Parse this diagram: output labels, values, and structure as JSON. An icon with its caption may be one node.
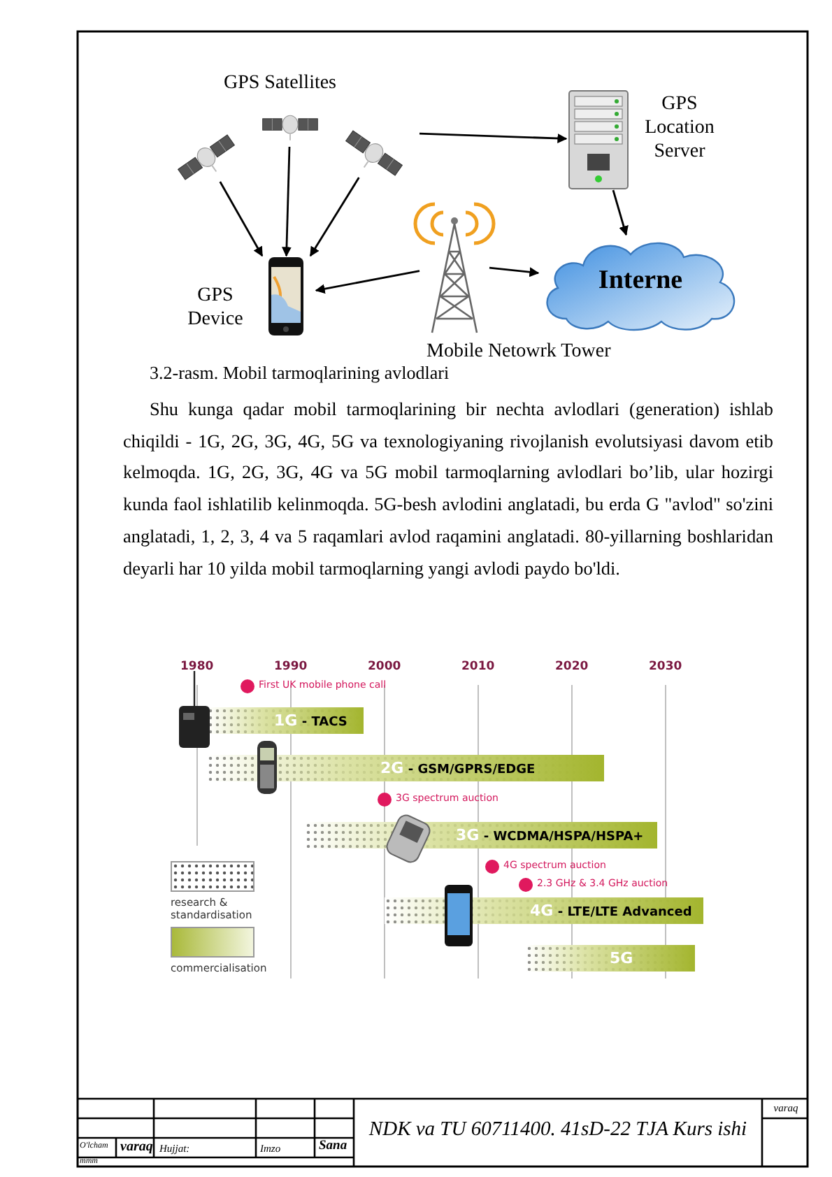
{
  "diagram": {
    "caption": "3.2-rasm. Mobil tarmoqlarining avlodlari",
    "nodes": [
      {
        "text": [
          "GPS Satellites"
        ]
      },
      {
        "text": [],
        "shape": "picture",
        "in": 0
      },
      {
        "text": [],
        "shape": "picture",
        "in": 0
      },
      {
        "text": [],
        "shape": "picture",
        "in": 0
      },
      {
        "text": [
          "GPS Device"
        ]
      },
      {
        "text": [
          "GPS Location Server"
        ]
      },
      {
        "text": [
          "Mobile Netowrk Tower"
        ]
      },
      {
        "text": [
          "Interne"
        ]
      },
      {
        "text": [
          "1G - TACS"
        ]
      },
      {
        "text": [
          "2G - GSM/GPRS/EDGE"
        ]
      },
      {
        "text": [
          "3G - WCDMA/HSPA/HSPA+"
        ]
      },
      {
        "text": [
          "4G - LTE/LTE Advanced"
        ]
      },
      {
        "text": [
          "5G"
        ]
      }
    ],
    "edges": [
      {
        "from": 1,
        "to": 4,
        "arrow": "to"
      },
      {
        "from": 2,
        "to": 4,
        "arrow": "to"
      },
      {
        "from": 3,
        "to": 4,
        "arrow": "to"
      },
      {
        "from": 0,
        "to": 5,
        "arrow": "to"
      },
      {
        "from": 6,
        "to": 4,
        "arrow": "to"
      },
      {
        "from": 6,
        "to": 7,
        "arrow": "to"
      },
      {
        "from": 5,
        "to": 7,
        "arrow": "to"
      }
    ],
    "labels": [
      "Shu kunga qadar mobil tarmoqlarining bir nechta avlodlari (generation) ishlab chiqildi - 1G, 2G, 3G, 4G, 5G va texnologiyaning rivojlanish evolutsiyasi davom etib kelmoqda. 1G, 2G, 3G, 4G va 5G mobil tarmoqlarning avlodlari bo’lib, ular hozirgi kunda faol ishlatilib kelinmoqda. 5G-besh avlodini anglatadi, bu erda G \"avlod\" so'zini anglatadi, 1, 2, 3, 4 va 5 raqamlari avlod raqamini anglatadi. 80-yillarning boshlaridan deyarli har 10 yilda mobil tarmoqlarning yangi avlodi paydo bo'ldi.",
      "1980",
      "1990",
      "2000",
      "2010",
      "2020",
      "2030",
      "First UK mobile phone call",
      "3G spectrum auction",
      "4G spectrum auction",
      "2.3 GHz & 3.4 GHz auction",
      "O'lcham",
      "varaq",
      "Hujjat:",
      "Imzo",
      "Sana",
      "NDK va TU  60711400. 41sD-22 TJA Kurs ishi",
      "varaq",
      "mmm"
    ],
    "legend": [
      {
        "text": "research & standardisation"
      },
      {
        "text": "commercialisation"
      }
    ]
  }
}
